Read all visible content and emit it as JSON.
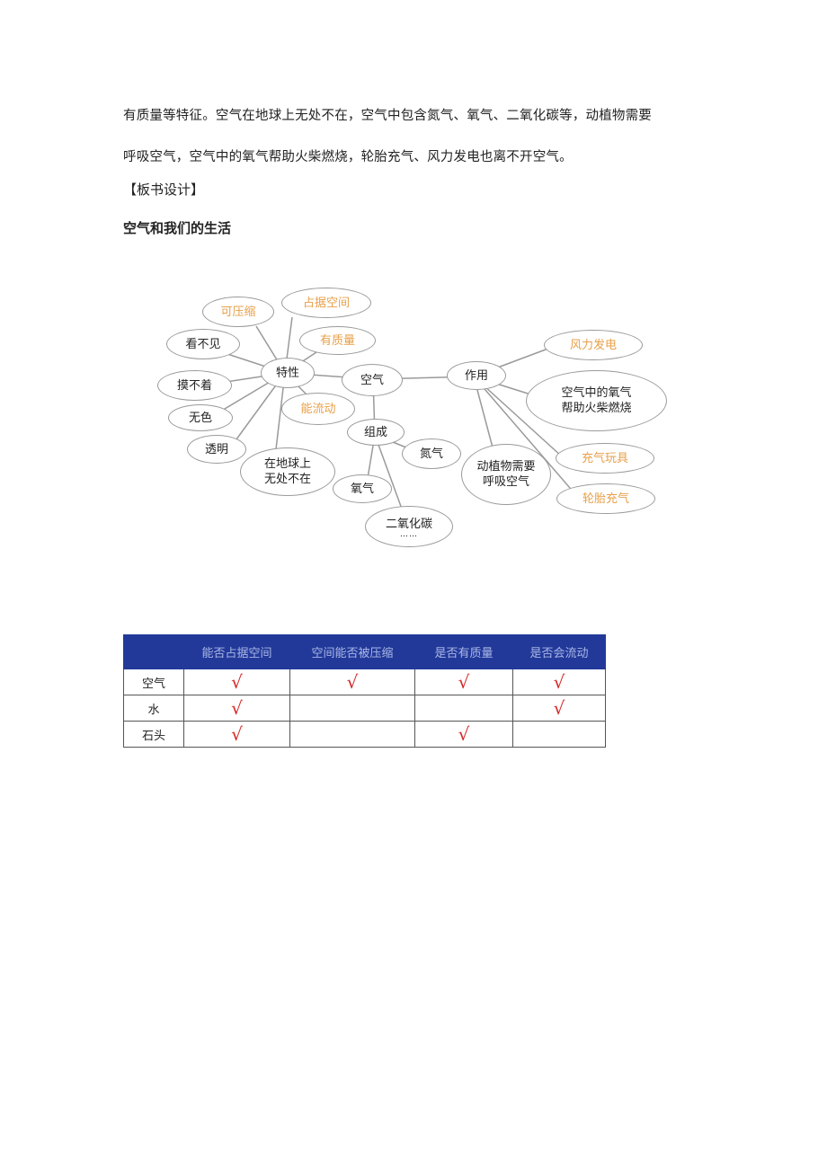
{
  "paragraph": {
    "line1": "有质量等特征。空气在地球上无处不在，空气中包含氮气、氧气、二氧化碳等，动植物需要",
    "line2": "呼吸空气，空气中的氧气帮助火柴燃烧，轮胎充气、风力发电也离不开空气。"
  },
  "section_label": "【板书设计】",
  "board_title": "空气和我们的生活",
  "mindmap": {
    "center": "空气",
    "property_hub": "特性",
    "properties": {
      "compressible": "可压缩",
      "occupies_space": "占据空间",
      "has_mass": "有质量",
      "invisible": "看不见",
      "intangible": "摸不着",
      "colorless": "无色",
      "transparent": "透明",
      "everywhere": "在地球上无处不在",
      "everywhere_l1": "在地球上",
      "everywhere_l2": "无处不在",
      "flows": "能流动"
    },
    "composition_hub": "组成",
    "composition": {
      "nitrogen": "氮气",
      "oxygen": "氧气",
      "co2": "二氧化碳",
      "more": "……"
    },
    "uses_hub": "作用",
    "uses": {
      "wind_power": "风力发电",
      "combustion_l1": "空气中的氧气",
      "combustion_l2": "帮助火柴燃烧",
      "inflatable_toys": "充气玩具",
      "breathing_l1": "动植物需要",
      "breathing_l2": "呼吸空气",
      "tire_inflation": "轮胎充气"
    },
    "colors": {
      "highlight": "#e8a04a",
      "text": "#222222",
      "outline": "#9a9a9a"
    }
  },
  "table": {
    "header_color": "#22399a",
    "check_color": "#d42a2a",
    "check_mark": "√",
    "columns": [
      "",
      "能否占据空间",
      "空间能否被压缩",
      "是否有质量",
      "是否会流动"
    ],
    "rows": [
      {
        "label": "空气",
        "cells": [
          "√",
          "√",
          "√",
          "√"
        ]
      },
      {
        "label": "水",
        "cells": [
          "√",
          "",
          "",
          "√"
        ]
      },
      {
        "label": "石头",
        "cells": [
          "√",
          "",
          "√",
          ""
        ]
      }
    ]
  }
}
